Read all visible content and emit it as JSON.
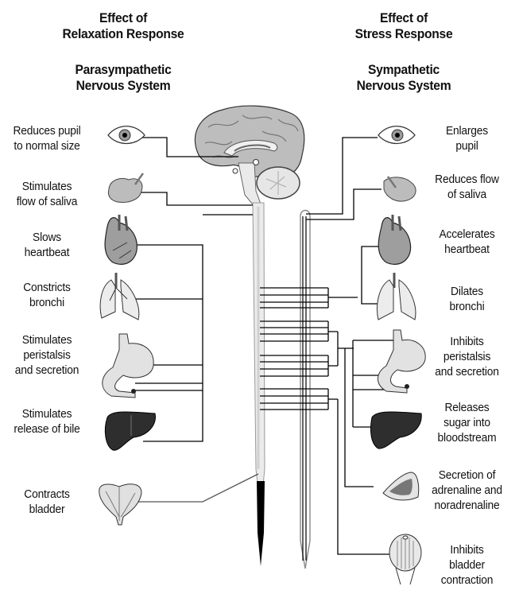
{
  "title_left": {
    "line1": "Effect of",
    "line2": "Relaxation Response",
    "system1": "Parasympathetic",
    "system2": "Nervous System"
  },
  "title_right": {
    "line1": "Effect of",
    "line2": "Stress Response",
    "system1": "Sympathetic",
    "system2": "Nervous System"
  },
  "parasympathetic": [
    {
      "organ": "eye-icon",
      "l1": "Reduces pupil",
      "l2": "to normal size"
    },
    {
      "organ": "salivary-gland-icon",
      "l1": "Stimulates",
      "l2": "flow of saliva"
    },
    {
      "organ": "heart-icon",
      "l1": "Slows",
      "l2": "heartbeat"
    },
    {
      "organ": "lungs-icon",
      "l1": "Constricts",
      "l2": "bronchi"
    },
    {
      "organ": "stomach-icon",
      "l1": "Stimulates",
      "l2": "peristalsis",
      "l3": "and secretion"
    },
    {
      "organ": "liver-icon",
      "l1": "Stimulates",
      "l2": "release of bile"
    },
    {
      "organ": "bladder-icon",
      "l1": "Contracts",
      "l2": "bladder"
    }
  ],
  "sympathetic": [
    {
      "organ": "eye-icon",
      "l1": "Enlarges",
      "l2": "pupil"
    },
    {
      "organ": "salivary-gland-icon",
      "l1": "Reduces flow",
      "l2": "of saliva"
    },
    {
      "organ": "heart-icon",
      "l1": "Accelerates",
      "l2": "heartbeat"
    },
    {
      "organ": "lungs-icon",
      "l1": "Dilates",
      "l2": "bronchi"
    },
    {
      "organ": "stomach-icon",
      "l1": "Inhibits",
      "l2": "peristalsis",
      "l3": "and secretion"
    },
    {
      "organ": "liver-icon",
      "l1": "Releases",
      "l2": "sugar into",
      "l3": "bloodstream"
    },
    {
      "organ": "adrenal-gland-icon",
      "l1": "Secretion of",
      "l2": "adrenaline and",
      "l3": "noradrenaline"
    },
    {
      "organ": "bladder-icon",
      "l1": "Inhibits",
      "l2": "bladder",
      "l3": "contraction"
    }
  ]
}
